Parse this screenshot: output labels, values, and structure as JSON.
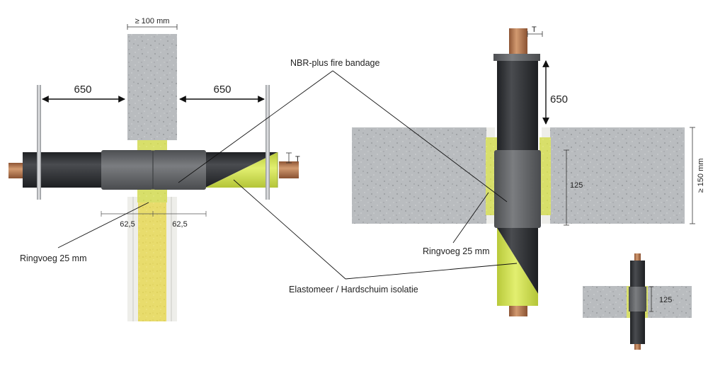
{
  "labels": {
    "wall_min": "≥ 100 mm",
    "dist_left": "650",
    "dist_right": "650",
    "thickness_left": "T",
    "joint_left": "62,5",
    "joint_right": "62,5",
    "ringvoeg_left": "Ringvoeg 25 mm",
    "fire_bandage": "NBR-plus fire bandage",
    "elastomer": "Elastomeer / Hardschuim isolatie",
    "thickness_right": "T",
    "dist_vertical": "650",
    "bandage_len": "125",
    "floor_min": "≥ 150 mm",
    "ringvoeg_right": "Ringvoeg 25 mm",
    "bandage_len_small": "125"
  },
  "colors": {
    "concrete": "#b9bcbf",
    "insulation_black": "#2c2e31",
    "bandage_grey": "#6b6d70",
    "elastomer_green": "#d7e55a",
    "mineral_wool": "#e8dc6c",
    "pipe_copper": "#b9784f"
  }
}
